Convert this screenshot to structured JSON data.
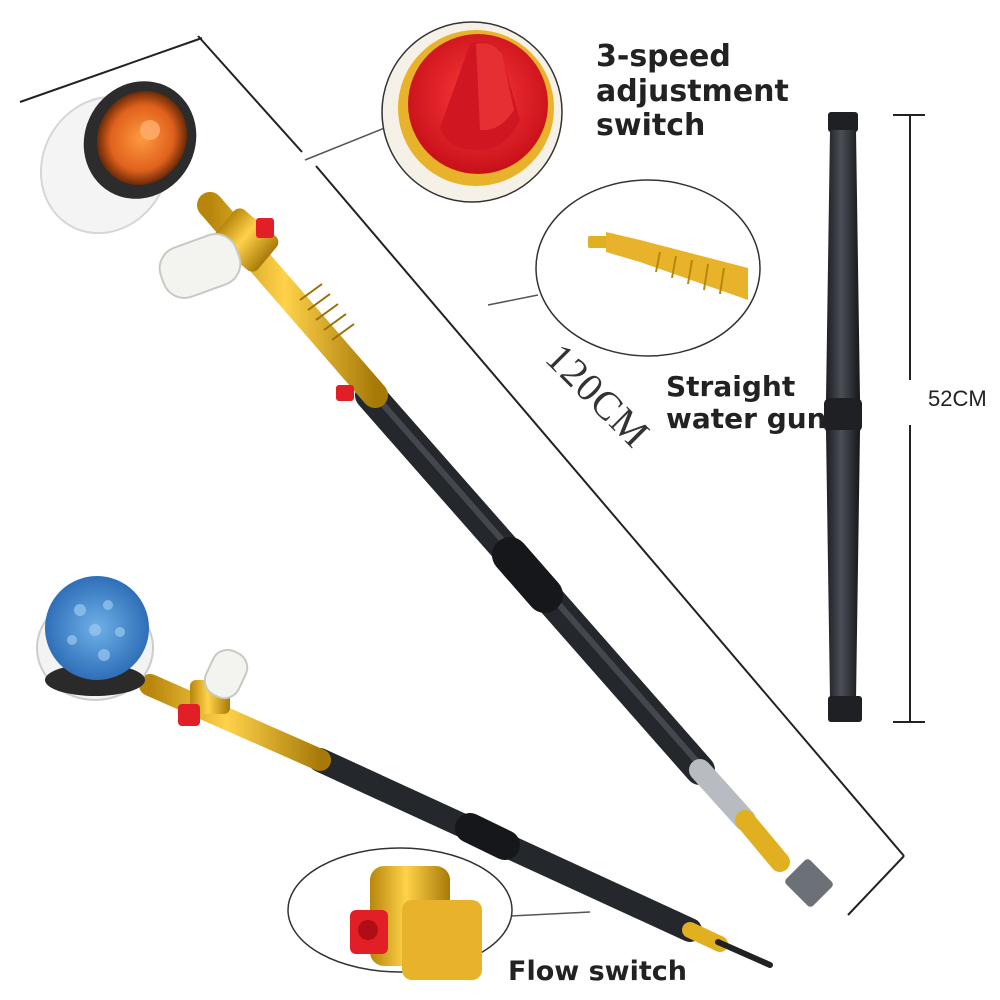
{
  "callouts": {
    "speed_switch": "3-speed adjustment switch",
    "straight_gun": "Straight water gun",
    "flow_switch": "Flow switch"
  },
  "dimensions": {
    "total_length": "120CM",
    "extension_length": "52CM"
  },
  "colors": {
    "brush_yellow": "#e8b32a",
    "tube_black": "#2a2d33",
    "switch_red": "#e21e26",
    "dimension_line": "#222222"
  }
}
